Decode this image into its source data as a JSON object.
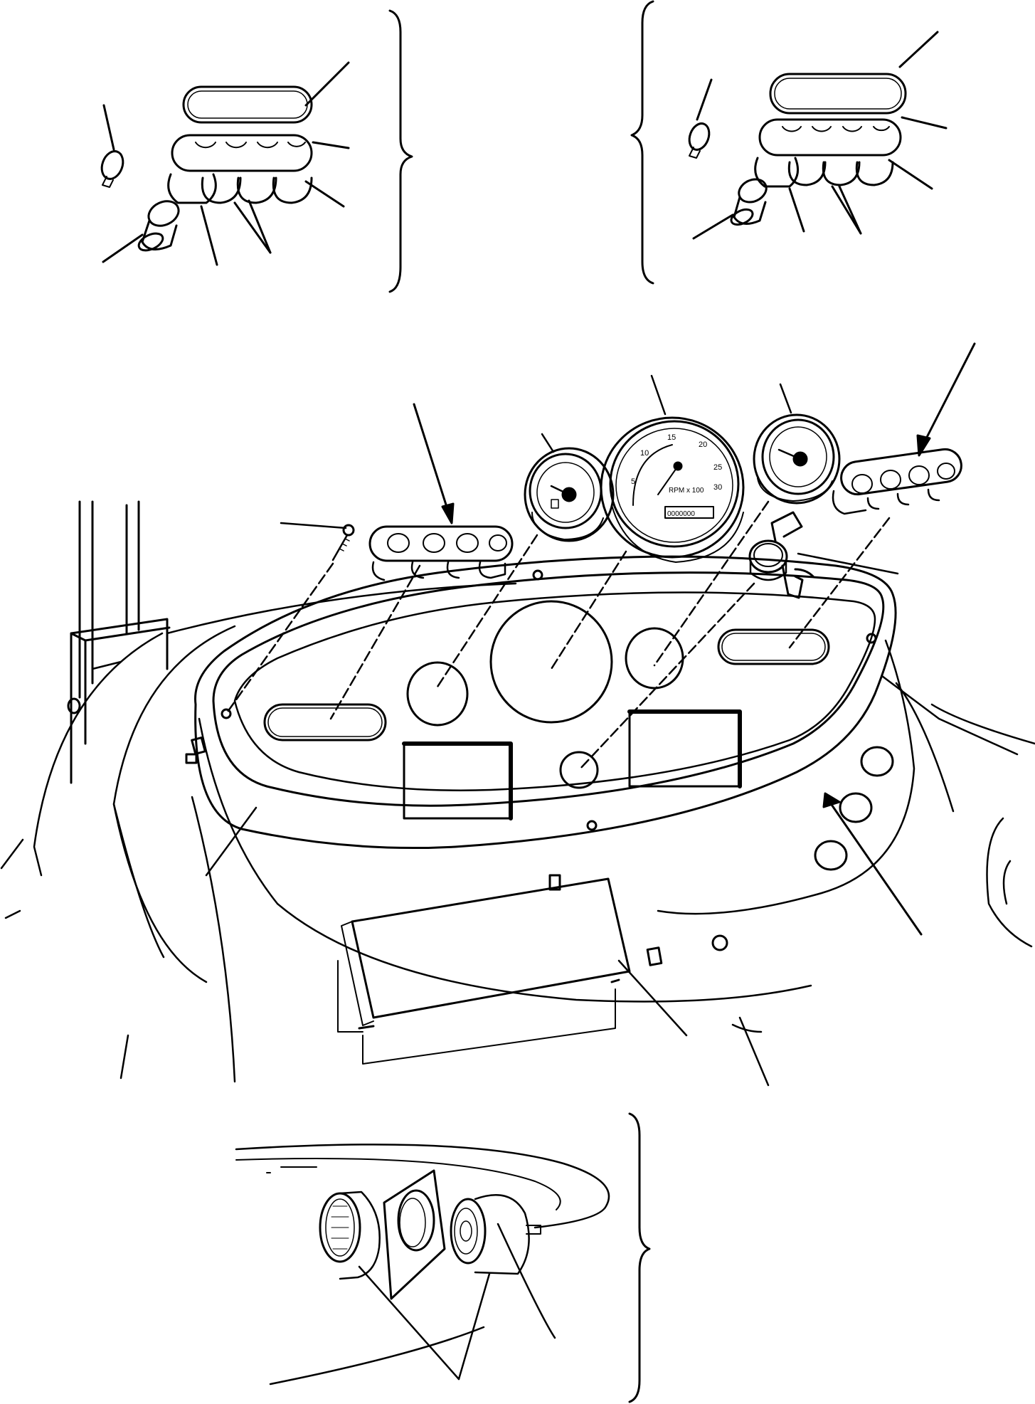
{
  "diagram": {
    "kind": "exploded-parts-illustration",
    "line_color": "#000000",
    "background": "#ffffff",
    "tachometer": {
      "scale_labels": [
        "5",
        "10",
        "15",
        "20",
        "25",
        "30"
      ],
      "unit_label": "RPM x 100",
      "hour_meter": "0000000"
    },
    "details": [
      "warning-lamp-cluster-top-left",
      "warning-lamp-cluster-top-right",
      "instrument-panel-main",
      "gauge-mounting-detail-bottom"
    ]
  }
}
